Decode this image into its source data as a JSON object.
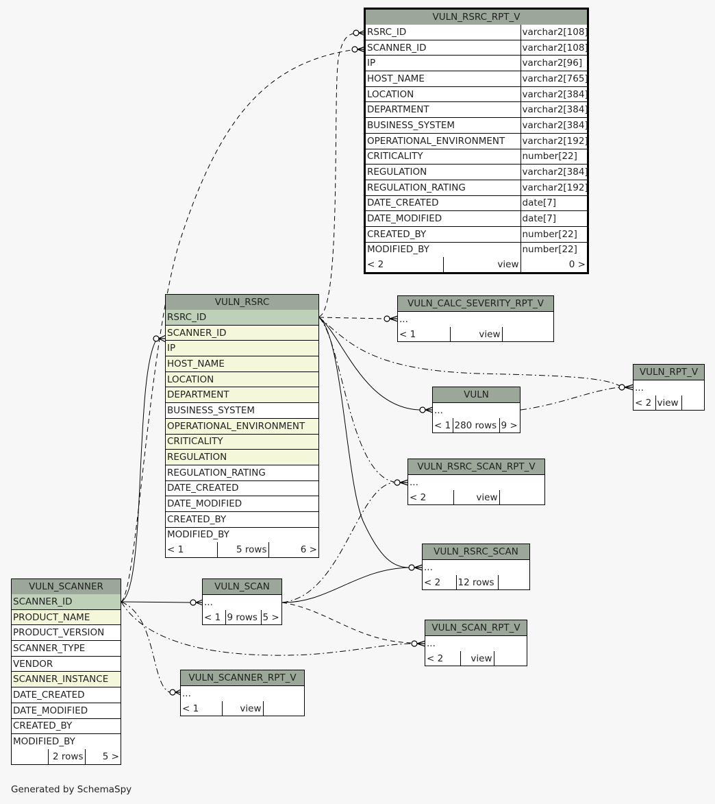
{
  "diagram": {
    "generator_note": "Generated by SchemaSpy",
    "colors": {
      "background": "#f7f7f7",
      "table_header": "#9ba798",
      "primary_key": "#bed1b8",
      "indexed": "#f4f7da",
      "plain": "#ffffff"
    },
    "tables": {
      "vuln_rsrc_rpt_v": {
        "name": "VULN_RSRC_RPT_V",
        "columns": [
          {
            "name": "RSRC_ID",
            "type": "varchar2[108]"
          },
          {
            "name": "SCANNER_ID",
            "type": "varchar2[108]"
          },
          {
            "name": "IP",
            "type": "varchar2[96]"
          },
          {
            "name": "HOST_NAME",
            "type": "varchar2[765]"
          },
          {
            "name": "LOCATION",
            "type": "varchar2[384]"
          },
          {
            "name": "DEPARTMENT",
            "type": "varchar2[384]"
          },
          {
            "name": "BUSINESS_SYSTEM",
            "type": "varchar2[384]"
          },
          {
            "name": "OPERATIONAL_ENVIRONMENT",
            "type": "varchar2[192]"
          },
          {
            "name": "CRITICALITY",
            "type": "number[22]"
          },
          {
            "name": "REGULATION",
            "type": "varchar2[384]"
          },
          {
            "name": "REGULATION_RATING",
            "type": "varchar2[192]"
          },
          {
            "name": "DATE_CREATED",
            "type": "date[7]"
          },
          {
            "name": "DATE_MODIFIED",
            "type": "date[7]"
          },
          {
            "name": "CREATED_BY",
            "type": "number[22]"
          },
          {
            "name": "MODIFIED_BY",
            "type": "number[22]"
          }
        ],
        "footer": {
          "parents": "< 2",
          "rows": "view",
          "children": "0 >"
        }
      },
      "vuln_rsrc": {
        "name": "VULN_RSRC",
        "columns": [
          {
            "name": "RSRC_ID",
            "kind": "pk"
          },
          {
            "name": "SCANNER_ID",
            "kind": "idx"
          },
          {
            "name": "IP",
            "kind": "idx"
          },
          {
            "name": "HOST_NAME",
            "kind": "idx"
          },
          {
            "name": "LOCATION",
            "kind": "idx"
          },
          {
            "name": "DEPARTMENT",
            "kind": "idx"
          },
          {
            "name": "BUSINESS_SYSTEM",
            "kind": "plain"
          },
          {
            "name": "OPERATIONAL_ENVIRONMENT",
            "kind": "idx"
          },
          {
            "name": "CRITICALITY",
            "kind": "idx"
          },
          {
            "name": "REGULATION",
            "kind": "idx"
          },
          {
            "name": "REGULATION_RATING",
            "kind": "plain"
          },
          {
            "name": "DATE_CREATED",
            "kind": "plain"
          },
          {
            "name": "DATE_MODIFIED",
            "kind": "plain"
          },
          {
            "name": "CREATED_BY",
            "kind": "plain"
          },
          {
            "name": "MODIFIED_BY",
            "kind": "plain"
          }
        ],
        "footer": {
          "parents": "< 1",
          "rows": "5 rows",
          "children": "6 >"
        }
      },
      "vuln_scanner": {
        "name": "VULN_SCANNER",
        "columns": [
          {
            "name": "SCANNER_ID",
            "kind": "pk"
          },
          {
            "name": "PRODUCT_NAME",
            "kind": "idx"
          },
          {
            "name": "PRODUCT_VERSION",
            "kind": "plain"
          },
          {
            "name": "SCANNER_TYPE",
            "kind": "plain"
          },
          {
            "name": "VENDOR",
            "kind": "plain"
          },
          {
            "name": "SCANNER_INSTANCE",
            "kind": "idx"
          },
          {
            "name": "DATE_CREATED",
            "kind": "plain"
          },
          {
            "name": "DATE_MODIFIED",
            "kind": "plain"
          },
          {
            "name": "CREATED_BY",
            "kind": "plain"
          },
          {
            "name": "MODIFIED_BY",
            "kind": "plain"
          }
        ],
        "footer": {
          "parents": "",
          "rows": "2 rows",
          "children": "5 >"
        }
      },
      "vuln_calc_severity_rpt_v": {
        "name": "VULN_CALC_SEVERITY_RPT_V",
        "ellipsis": "...",
        "footer": {
          "parents": "< 1",
          "rows": "view",
          "children": ""
        }
      },
      "vuln_rpt_v": {
        "name": "VULN_RPT_V",
        "ellipsis": "...",
        "footer": {
          "parents": "< 2",
          "rows": "view",
          "children": ""
        }
      },
      "vuln": {
        "name": "VULN",
        "ellipsis": "...",
        "footer": {
          "parents": "< 1",
          "rows": "280 rows",
          "children": "9 >"
        }
      },
      "vuln_rsrc_scan_rpt_v": {
        "name": "VULN_RSRC_SCAN_RPT_V",
        "ellipsis": "...",
        "footer": {
          "parents": "< 2",
          "rows": "view",
          "children": ""
        }
      },
      "vuln_rsrc_scan": {
        "name": "VULN_RSRC_SCAN",
        "ellipsis": "...",
        "footer": {
          "parents": "< 2",
          "rows": "12 rows",
          "children": ""
        }
      },
      "vuln_scan": {
        "name": "VULN_SCAN",
        "ellipsis": "...",
        "footer": {
          "parents": "< 1",
          "rows": "9 rows",
          "children": "5 >"
        }
      },
      "vuln_scan_rpt_v": {
        "name": "VULN_SCAN_RPT_V",
        "ellipsis": "...",
        "footer": {
          "parents": "< 2",
          "rows": "view",
          "children": ""
        }
      },
      "vuln_scanner_rpt_v": {
        "name": "VULN_SCANNER_RPT_V",
        "ellipsis": "...",
        "footer": {
          "parents": "< 1",
          "rows": "view",
          "children": ""
        }
      }
    }
  }
}
